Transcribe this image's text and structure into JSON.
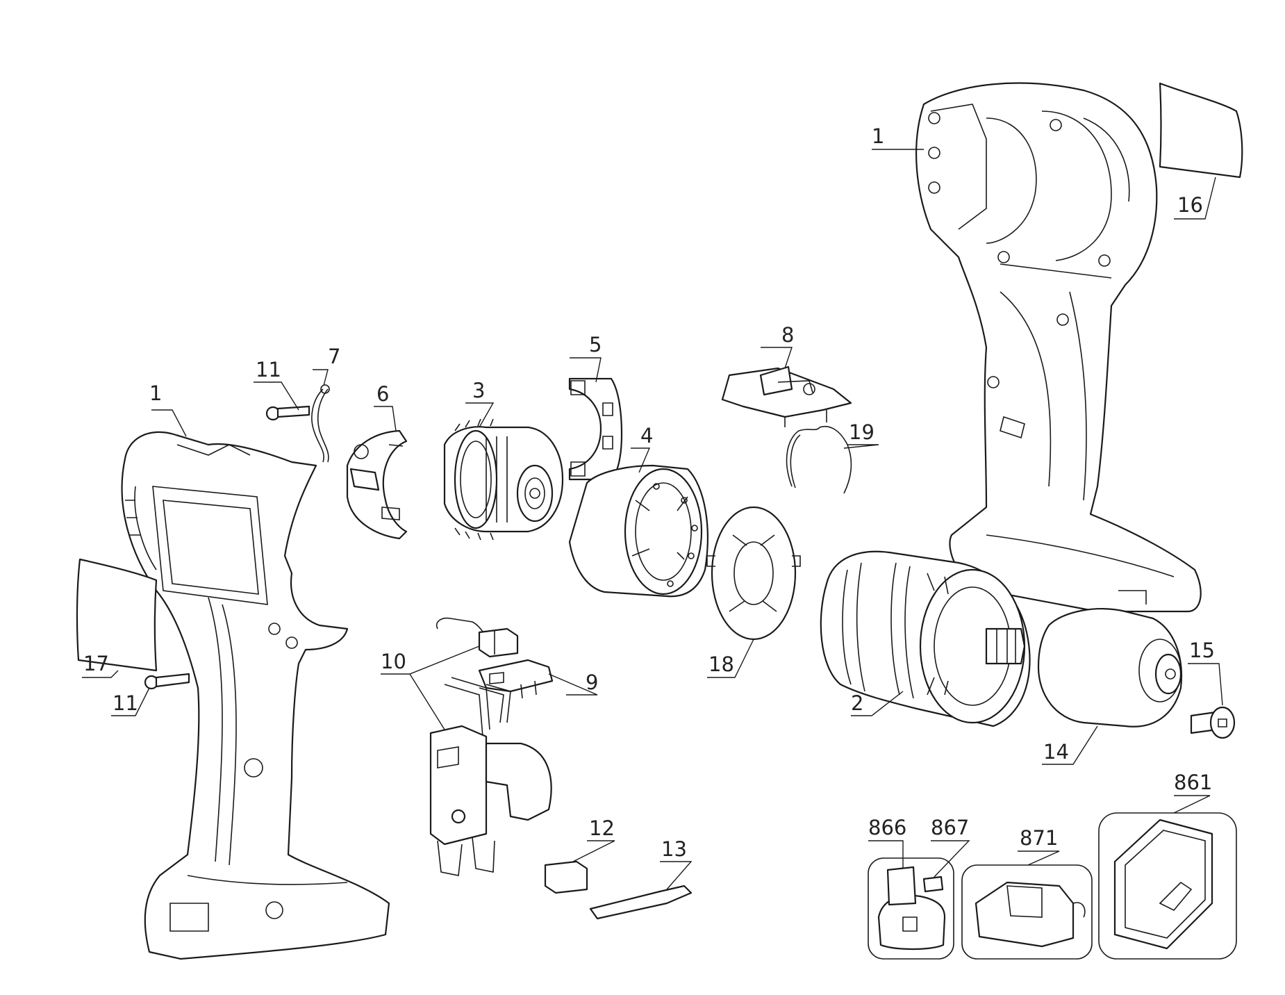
{
  "callouts": [
    {
      "id": "c1a",
      "text": "1"
    },
    {
      "id": "c1b",
      "text": "1"
    },
    {
      "id": "c2",
      "text": "2"
    },
    {
      "id": "c3",
      "text": "3"
    },
    {
      "id": "c4",
      "text": "4"
    },
    {
      "id": "c5",
      "text": "5"
    },
    {
      "id": "c6",
      "text": "6"
    },
    {
      "id": "c7",
      "text": "7"
    },
    {
      "id": "c8",
      "text": "8"
    },
    {
      "id": "c9",
      "text": "9"
    },
    {
      "id": "c10",
      "text": "10"
    },
    {
      "id": "c11a",
      "text": "11"
    },
    {
      "id": "c11b",
      "text": "11"
    },
    {
      "id": "c12",
      "text": "12"
    },
    {
      "id": "c13",
      "text": "13"
    },
    {
      "id": "c14",
      "text": "14"
    },
    {
      "id": "c15",
      "text": "15"
    },
    {
      "id": "c16",
      "text": "16"
    },
    {
      "id": "c17",
      "text": "17"
    },
    {
      "id": "c18",
      "text": "18"
    },
    {
      "id": "c19",
      "text": "19"
    },
    {
      "id": "c861",
      "text": "861"
    },
    {
      "id": "c866",
      "text": "866"
    },
    {
      "id": "c867",
      "text": "867"
    },
    {
      "id": "c871",
      "text": "871"
    }
  ]
}
